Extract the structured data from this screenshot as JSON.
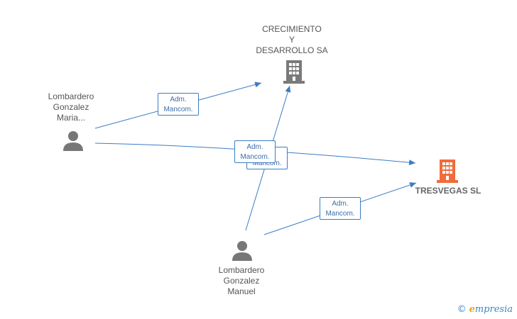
{
  "colors": {
    "edge": "#3c7cc7",
    "company_icon": "#7a7a7a",
    "highlight_company_icon": "#f26b3a",
    "person_icon": "#777777"
  },
  "nodes": {
    "crecimiento": {
      "label": "CRECIMIENTO\nY\nDESARROLLO SA",
      "icon": "building-icon"
    },
    "tresvegas": {
      "label": "TRESVEGAS SL",
      "icon": "building-icon-highlight"
    },
    "maria": {
      "label": "Lombardero\nGonzalez\nMaria...",
      "icon": "person-icon"
    },
    "manuel": {
      "label": "Lombardero\nGonzalez\nManuel",
      "icon": "person-icon"
    }
  },
  "edges": [
    {
      "from": "maria",
      "to": "crecimiento",
      "label": "Adm.\nMancom."
    },
    {
      "from": "maria",
      "to": "tresvegas",
      "label": "Adm.\nMancom."
    },
    {
      "from": "manuel",
      "to": "crecimiento",
      "label": "Adm.\nMancom."
    },
    {
      "from": "manuel",
      "to": "tresvegas",
      "label": "Adm.\nMancom."
    }
  ],
  "watermark": {
    "copyright": "©",
    "brand_e": "e",
    "brand_rest": "mpresia"
  }
}
